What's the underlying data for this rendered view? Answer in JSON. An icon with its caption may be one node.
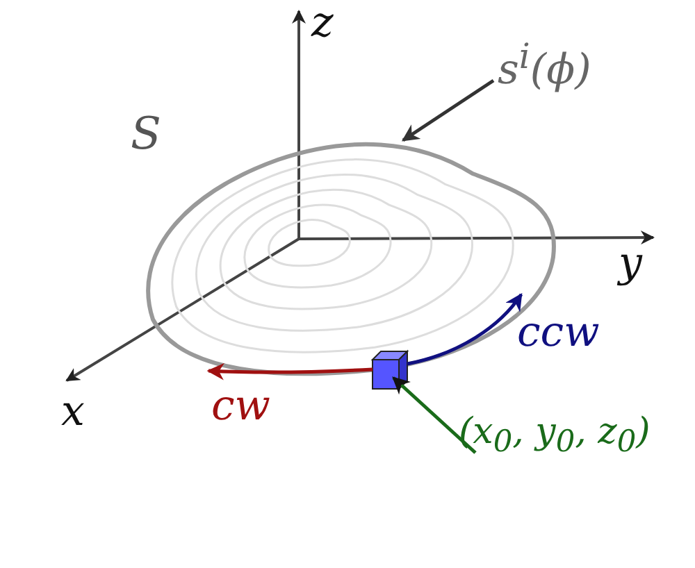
{
  "diagram": {
    "nodes": [
      {
        "text": [],
        "shape": "curve"
      },
      {
        "text": [
          "*s*$^{i}$(*ϕ*)"
        ]
      },
      {
        "text": [],
        "shape": "box"
      },
      {
        "text": [
          "(*x*$_{0}$, *y*$_{0}$, *z*$_{0}$)"
        ]
      }
    ],
    "edges": [
      {
        "from": 1,
        "to": 0,
        "arrow": "to"
      },
      {
        "from": 3,
        "to": 2,
        "arrow": "to",
        "color": "#1a6b1a"
      },
      {
        "from": 2,
        "to": 0,
        "arrow": "to",
        "label": "ccw",
        "color": "#101080"
      },
      {
        "from": 2,
        "to": 0,
        "arrow": "to",
        "label": "cw",
        "color": "#a01010"
      }
    ],
    "labels": [
      "z",
      "S",
      "y",
      "x"
    ]
  }
}
